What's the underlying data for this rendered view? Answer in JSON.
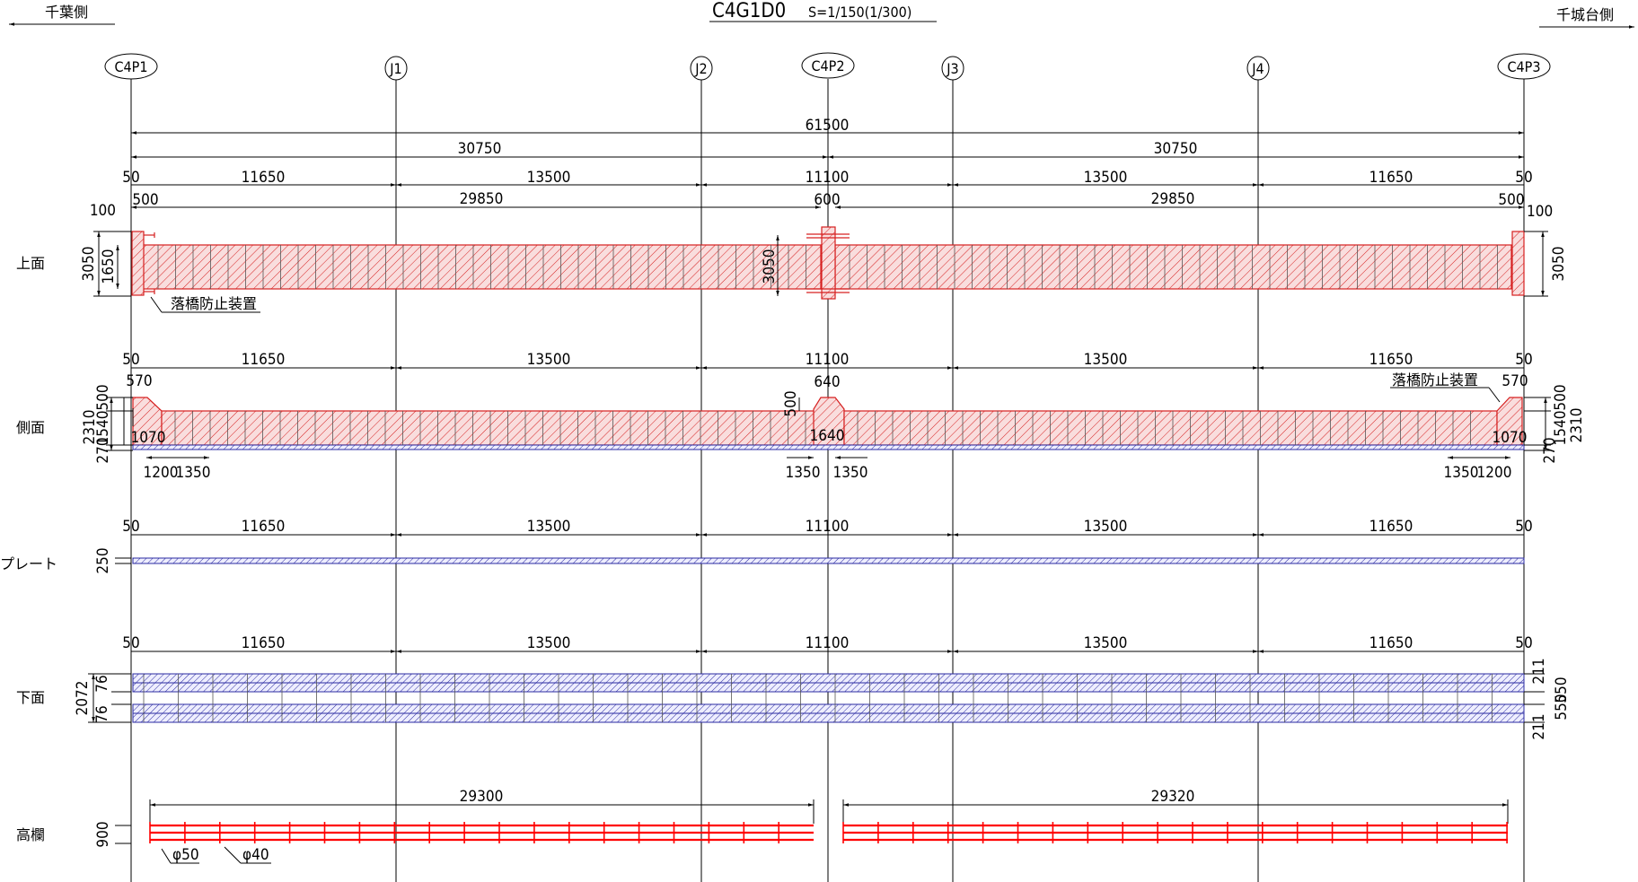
{
  "title": "C4G1D0",
  "scale": "S=1/150(1/300)",
  "dir_left": "千葉側",
  "dir_right": "千城台側",
  "axes": [
    "C4P1",
    "J1",
    "J2",
    "C4P2",
    "J3",
    "J4",
    "C4P3"
  ],
  "row_labels": {
    "top": "上面",
    "side": "側面",
    "plate": "プレート",
    "bottom": "下面",
    "railing": "高欄"
  },
  "dims": {
    "total": "61500",
    "half": [
      "30750",
      "30750"
    ],
    "spans": [
      "11650",
      "13500",
      "11100",
      "13500",
      "11650"
    ],
    "end": "50",
    "girder": [
      "29850",
      "29850"
    ],
    "top_end": "100",
    "top_500": "500",
    "top_600": "600",
    "top_3050": "3050",
    "top_1650": "1650",
    "side_570": "570",
    "side_640": "640",
    "side_500": "500",
    "side_2310": "2310",
    "side_1540": "1540",
    "side_270": "270",
    "side_1070": "1070",
    "side_1640": "1640",
    "side_1200": "1200",
    "side_1350": "1350",
    "plate_250": "250",
    "bot_2072": "2072",
    "bot_76": "76",
    "bot_211": "211",
    "bot_550": "550",
    "rail": [
      "29300",
      "29320"
    ],
    "rail_900": "900",
    "phi50": "φ50",
    "phi40": "φ40"
  },
  "notes": {
    "fall_prevention": "落橋防止装置"
  },
  "colors": {
    "steel_hatch": "#d62020",
    "steel_fill": "#f8d8d8",
    "plate_hatch": "#2a2aa0",
    "rail": "#ff0000"
  }
}
